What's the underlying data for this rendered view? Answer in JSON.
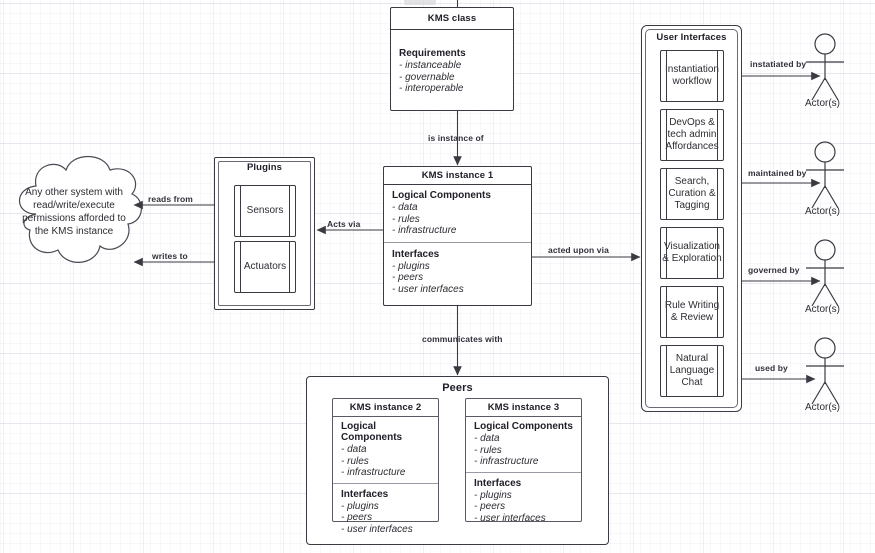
{
  "diagram": {
    "title": "KMS architecture diagram",
    "background": {
      "grid": true,
      "grid_color": "#eeedf3",
      "page_color": "#ffffff"
    },
    "stroke_color": "#3a3a42"
  },
  "kms_class": {
    "title": "KMS class",
    "section_heading": "Requirements",
    "items": [
      "- instanceable",
      "- governable",
      "- interoperable"
    ]
  },
  "kms_instance_1": {
    "title": "KMS instance 1",
    "sections": [
      {
        "heading": "Logical Components",
        "items": [
          "- data",
          "- rules",
          "- infrastructure"
        ]
      },
      {
        "heading": "Interfaces",
        "items": [
          "- plugins",
          "- peers",
          "- user interfaces"
        ]
      }
    ]
  },
  "plugins": {
    "title": "Plugins",
    "components": [
      {
        "label": "Sensors"
      },
      {
        "label": "Actuators"
      }
    ]
  },
  "cloud": {
    "text": "Any other system with read/write/execute permissions afforded to the KMS instance"
  },
  "user_interfaces": {
    "title": "User Interfaces",
    "components": [
      {
        "label": "Instantiation workflow"
      },
      {
        "label": "DevOps & tech admin Affordances"
      },
      {
        "label": "Search, Curation & Tagging"
      },
      {
        "label": "Visualization & Exploration"
      },
      {
        "label": "Rule Writing & Review"
      },
      {
        "label": "Natural Language Chat"
      }
    ]
  },
  "peers": {
    "title": "Peers",
    "instances": [
      {
        "title": "KMS instance 2",
        "sections": [
          {
            "heading": "Logical Components",
            "items": [
              "- data",
              "- rules",
              "- infrastructure"
            ]
          },
          {
            "heading": "Interfaces",
            "items": [
              "- plugins",
              "- peers",
              "- user interfaces"
            ]
          }
        ]
      },
      {
        "title": "KMS instance 3",
        "sections": [
          {
            "heading": "Logical Components",
            "items": [
              "- data",
              "- rules",
              "- infrastructure"
            ]
          },
          {
            "heading": "Interfaces",
            "items": [
              "- plugins",
              "- peers",
              "- user interfaces"
            ]
          }
        ]
      }
    ]
  },
  "actors": [
    {
      "label": "Actor(s)",
      "relation": "instatiated by"
    },
    {
      "label": "Actor(s)",
      "relation": "maintained by"
    },
    {
      "label": "Actor(s)",
      "relation": "governed by"
    },
    {
      "label": "Actor(s)",
      "relation": "used by"
    }
  ],
  "edges": [
    {
      "label": "is instance of"
    },
    {
      "label": "reads from"
    },
    {
      "label": "writes to"
    },
    {
      "label": "Acts via"
    },
    {
      "label": "acted upon via"
    },
    {
      "label": "communicates with"
    },
    {
      "label": "instatiated by"
    },
    {
      "label": "maintained by"
    },
    {
      "label": "governed by"
    },
    {
      "label": "used by"
    }
  ]
}
